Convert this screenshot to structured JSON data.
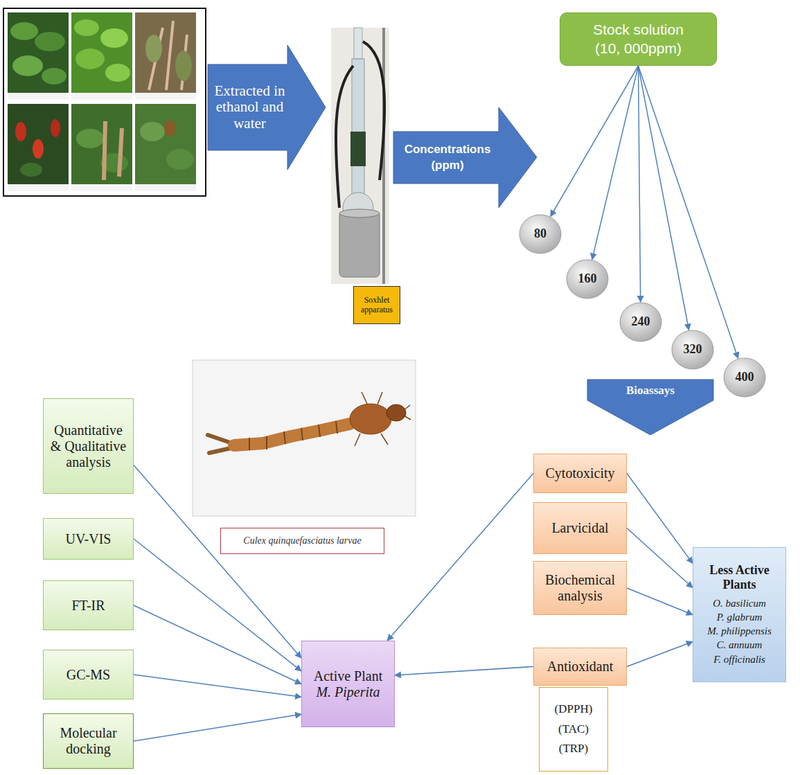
{
  "diagram": {
    "nodes": [
      {
        "text": [
          "Extracted in ethanol and water"
        ]
      },
      {
        "text": [
          "Soxhlet apparatus"
        ]
      },
      {
        "text": [
          "Concentrations (ppm)"
        ]
      },
      {
        "text": [
          "Stock solution (10, 000ppm)"
        ]
      },
      {
        "text": [
          "80"
        ]
      },
      {
        "text": [
          "160"
        ]
      },
      {
        "text": [
          "240"
        ]
      },
      {
        "text": [
          "320"
        ]
      },
      {
        "text": [
          "400"
        ]
      },
      {
        "text": [
          "Bioassays"
        ]
      },
      {
        "text": [
          "Quantitative & Qualitative analysis"
        ]
      },
      {
        "text": [
          "Culex quinquefasciatus larvae"
        ]
      },
      {
        "text": [
          "Cytotoxicity"
        ]
      },
      {
        "text": [
          "UV-VIS"
        ]
      },
      {
        "text": [
          "Larvicidal"
        ]
      },
      {
        "text": [
          "FT-IR"
        ]
      },
      {
        "text": [
          "Biochemical analysis"
        ]
      },
      {
        "text": [
          "GC-MS"
        ]
      },
      {
        "text": [
          "Antioxidant"
        ]
      },
      {
        "text": [
          "(DPPH) (TAC) (TRP)"
        ]
      },
      {
        "text": [
          "Active Plant",
          "M. Piperita"
        ]
      },
      {
        "text": [
          "Molecular docking"
        ]
      },
      {
        "text": [
          "Less Active Plants",
          "O. basilicum",
          "P. glabrum",
          "M. philippensis",
          "C. annuum",
          "F. officinalis"
        ]
      }
    ],
    "edges": [
      {
        "from": 3,
        "to": 4,
        "arrow": "to"
      },
      {
        "from": 3,
        "to": 5,
        "arrow": "to"
      },
      {
        "from": 3,
        "to": 6,
        "arrow": "to"
      },
      {
        "from": 3,
        "to": 7,
        "arrow": "to"
      },
      {
        "from": 3,
        "to": 8,
        "arrow": "to"
      },
      {
        "from": 12,
        "to": 20,
        "arrow": "to"
      },
      {
        "from": 18,
        "to": 20,
        "arrow": "to"
      },
      {
        "from": 12,
        "to": 22,
        "arrow": "to"
      },
      {
        "from": 14,
        "to": 22,
        "arrow": "to"
      },
      {
        "from": 16,
        "to": 22,
        "arrow": "to"
      },
      {
        "from": 18,
        "to": 22,
        "arrow": "to"
      },
      {
        "from": 10,
        "to": 20,
        "arrow": "to"
      },
      {
        "from": 13,
        "to": 20,
        "arrow": "to"
      },
      {
        "from": 15,
        "to": 20,
        "arrow": "to"
      },
      {
        "from": 17,
        "to": 20,
        "arrow": "to"
      },
      {
        "from": 21,
        "to": 20,
        "arrow": "to"
      }
    ]
  }
}
